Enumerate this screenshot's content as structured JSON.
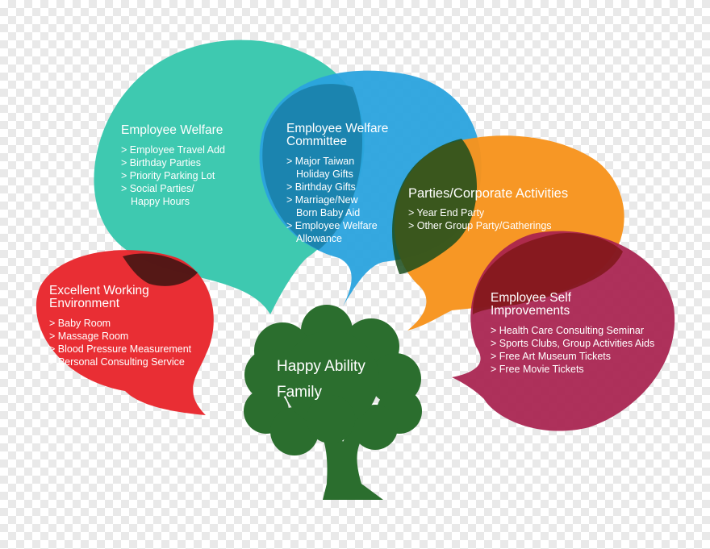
{
  "colors": {
    "teal": "#3ec9b0",
    "blue": "#2aa3de",
    "orange": "#f7941e",
    "red": "#e8252c",
    "crimson": "#a8214f",
    "tree": "#2b6e2e"
  },
  "bubbles": {
    "welfare": {
      "title": "Employee Welfare",
      "items": [
        "Employee Travel Add",
        "Birthday Parties",
        "Priority Parking Lot",
        "Social Parties/ Happy Hours"
      ]
    },
    "committee": {
      "title": "Employee Welfare Committee",
      "items": [
        "Major Taiwan Holiday Gifts",
        "Birthday Gifts",
        "Marriage/New Born Baby Aid",
        "Employee Welfare Allowance"
      ]
    },
    "parties": {
      "title": "Parties/Corporate Activities",
      "items": [
        "Year End Party",
        "Other Group Party/Gatherings"
      ]
    },
    "environment": {
      "title": "Excellent Working Environment",
      "items": [
        "Baby Room",
        "Massage Room",
        "Blood Pressure Measurement",
        "Personal Consulting Service"
      ]
    },
    "improvements": {
      "title": "Employee Self Improvements",
      "items": [
        "Health Care Consulting Seminar",
        "Sports Clubs, Group Activities Aids",
        "Free Art Museum Tickets",
        "Free Movie Tickets"
      ]
    }
  },
  "tree": {
    "line1": "Happy Ability",
    "line2": "Family"
  }
}
